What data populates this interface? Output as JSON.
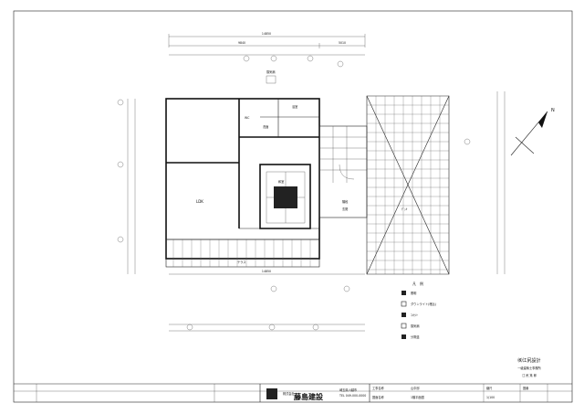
{
  "plan": {
    "dims_top": [
      "14850",
      "9840",
      "5010"
    ],
    "room_labels": {
      "toilet": "WC",
      "bath": "浴室",
      "wash": "洗面",
      "ldk": "LDK",
      "tatami": "和室",
      "stair": "階段",
      "porch": "玄関"
    },
    "notes": {
      "equipment": "換気扇",
      "terrace": "テラス",
      "balcony": "ﾃﾞｯｷ",
      "dim_bottom": "14850",
      "north_mark": "N"
    }
  },
  "legend": {
    "title": "凡　例",
    "items": [
      {
        "label": "照明"
      },
      {
        "label": "ダウンライト(埋込)"
      },
      {
        "label": "ｺﾝｾﾝﾄ"
      },
      {
        "label": "換気扇"
      },
      {
        "label": "分電盤"
      }
    ]
  },
  "designer": {
    "office": "㈱江尻設計",
    "license": "一級建築士事務所",
    "name": "江 尻 篤 郎"
  },
  "titleblock": {
    "company": "藤島建設",
    "company_sub": "株式会社",
    "address": "埼玉県川越市",
    "tel": "TEL 049-000-0000",
    "project_label": "工事名称",
    "project": "山中邸",
    "drawing_label": "図面名称",
    "drawing": "1階平面図",
    "scale_label": "縮尺",
    "scale": "1/100",
    "no_label": "図番"
  }
}
